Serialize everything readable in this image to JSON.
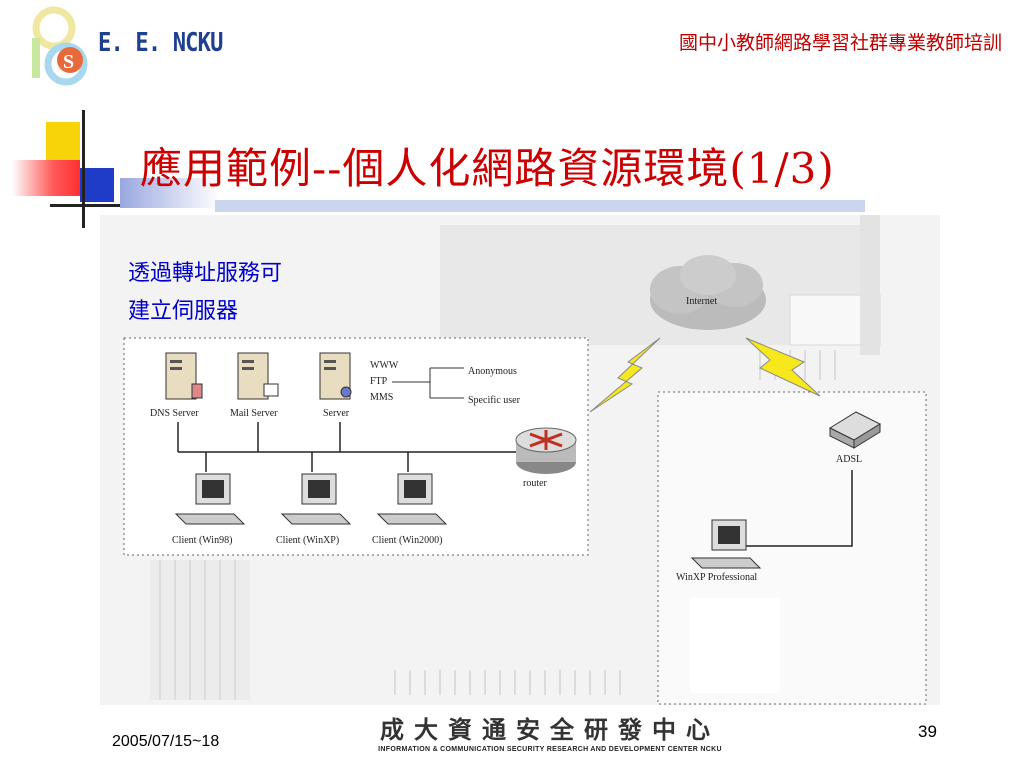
{
  "header": {
    "logo_text": "E. E. NCKU",
    "logo_mark": "IS",
    "course_title": "國中小教師網路學習社群專業教師培訓"
  },
  "slide": {
    "title": "應用範例--個人化網路資源環境(1/3)",
    "caption_line1": "透過轉址服務可",
    "caption_line2": "建立伺服器"
  },
  "diagram": {
    "internet_label": "Internet",
    "servers": [
      "DNS Server",
      "Mail Server",
      "Server"
    ],
    "services": [
      "WWW",
      "FTP",
      "MMS"
    ],
    "access": [
      "Anonymous",
      "Specific user"
    ],
    "router_label": "router",
    "clients": [
      "Client (Win98)",
      "Client (WinXP)",
      "Client (Win2000)"
    ],
    "adsl_label": "ADSL",
    "winxp_label": "WinXP Professional"
  },
  "footer": {
    "date": "2005/07/15~18",
    "center_cn": "成大資通安全研發中心",
    "center_en": "INFORMATION & COMMUNICATION SECURITY RESEARCH AND DEVELOPMENT CENTER NCKU",
    "page_number": "39"
  },
  "colors": {
    "title": "#cc0000",
    "caption": "#0000cc",
    "logo": "#1f3f8f"
  }
}
